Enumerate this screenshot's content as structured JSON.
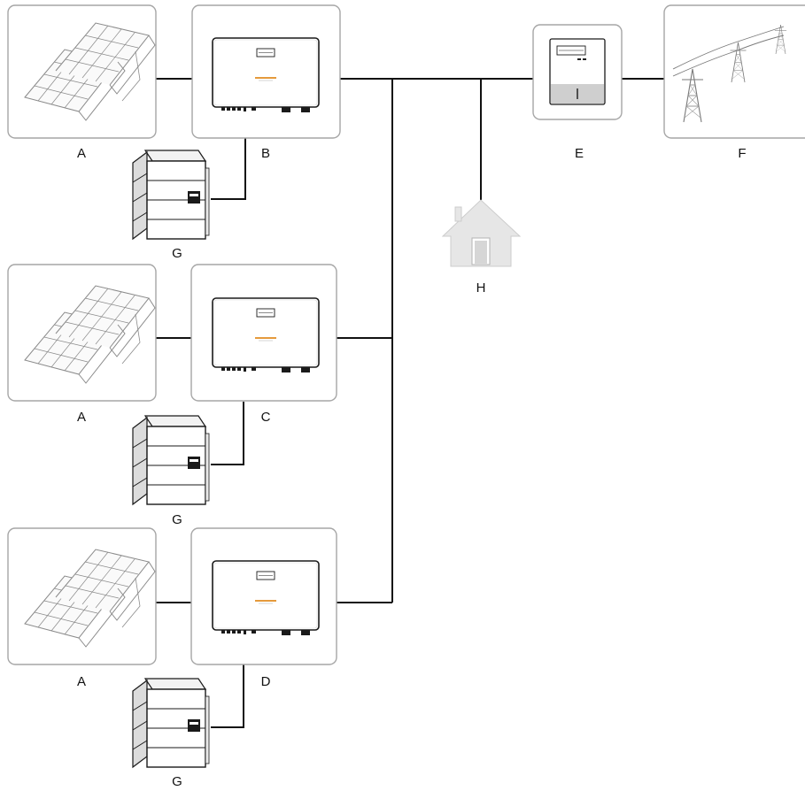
{
  "labels": {
    "panel_top": "A",
    "panel_mid": "A",
    "panel_bot": "A",
    "inverter_top": "B",
    "inverter_mid": "C",
    "inverter_bot": "D",
    "meter": "E",
    "grid": "F",
    "battery_top": "G",
    "battery_mid": "G",
    "battery_bot": "G",
    "house": "H"
  },
  "colors": {
    "line": "#111111",
    "box_border": "#a6a6a6",
    "icon_stroke": "#8a8a8a",
    "house_fill": "#e6e6e6",
    "brand_accent": "#e59a3c"
  },
  "icons": {
    "panel": "solar-panel-icon",
    "inverter": "inverter-icon",
    "battery": "battery-icon",
    "meter": "energy-meter-icon",
    "grid": "power-tower-icon",
    "house": "house-icon"
  }
}
